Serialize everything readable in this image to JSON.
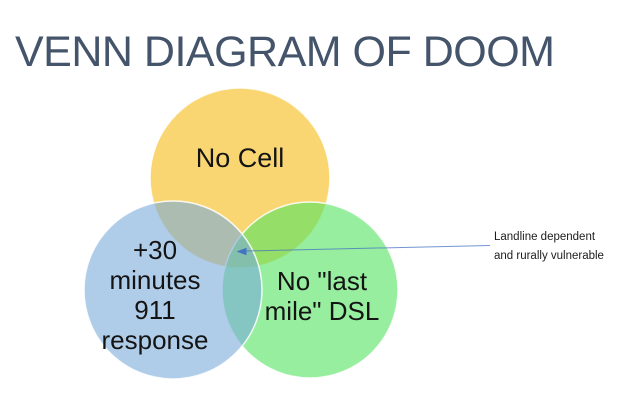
{
  "title": "VENN DIAGRAM OF DOOM",
  "colors": {
    "title_text": "#44546A",
    "label_text": "#141414",
    "arrow": "#4472C4",
    "circle_yellow": "#F7BB16",
    "circle_blue": "#7AAADA",
    "circle_green": "#52E35F",
    "circle_stroke": "#FFFFFF"
  },
  "venn": {
    "no_cell": {
      "label": "No Cell"
    },
    "response_911": {
      "line1": "+30",
      "line2": "minutes",
      "line3": "911",
      "line4": "response"
    },
    "no_dsl": {
      "line1": "No \"last",
      "line2": "mile\" DSL"
    }
  },
  "annotation": {
    "line1": "Landline dependent",
    "line2": "and rurally vulnerable"
  }
}
